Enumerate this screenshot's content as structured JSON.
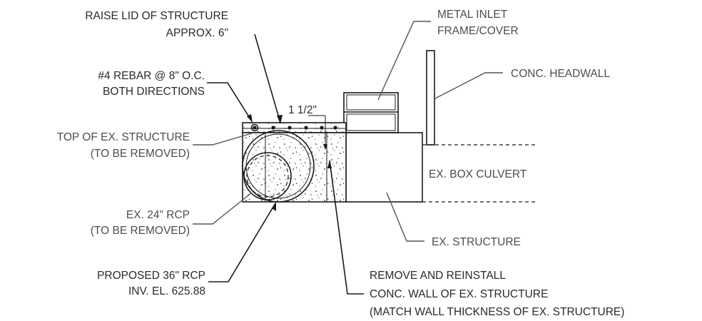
{
  "labels": {
    "raise_lid_1": "RAISE LID OF STRUCTURE",
    "raise_lid_2": "APPROX. 6\"",
    "rebar_1": "#4 REBAR @ 8\" O.C.",
    "rebar_2": "BOTH DIRECTIONS",
    "top_ex_1": "TOP OF EX. STRUCTURE",
    "top_ex_2": "(TO BE REMOVED)",
    "ex_rcp_1": "EX. 24\" RCP",
    "ex_rcp_2": "(TO BE REMOVED)",
    "prop_rcp_1": "PROPOSED 36\" RCP",
    "prop_rcp_2": "INV. EL. 625.88",
    "metal_inlet_1": "METAL INLET",
    "metal_inlet_2": "FRAME/COVER",
    "headwall": "CONC. HEADWALL",
    "box_culvert": "EX. BOX CULVERT",
    "ex_structure": "EX. STRUCTURE",
    "remove_1": "REMOVE AND REINSTALL",
    "remove_2": "CONC. WALL OF EX. STRUCTURE",
    "remove_3": "(MATCH WALL THICKNESS OF EX. STRUCTURE)",
    "dimension": "1 1/2\""
  },
  "colors": {
    "line": "#1a1a1a",
    "leader_gray": "#555555",
    "text": "#2a2a2a"
  }
}
